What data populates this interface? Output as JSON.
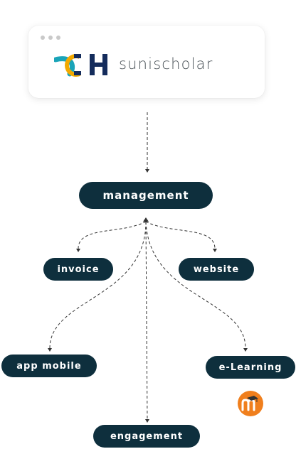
{
  "brand": {
    "name": "sunischolar",
    "colors": {
      "teal": "#1aa4b8",
      "gold": "#f2a900",
      "navy": "#142c5c",
      "text": "#4a5258"
    }
  },
  "nodes": {
    "management": "management",
    "invoice": "invoice",
    "website": "website",
    "app_mobile": "app mobile",
    "elearning": "e-Learning",
    "engagement": "engagement"
  },
  "colors": {
    "node_bg": "#0e2f3d",
    "node_text": "#ffffff",
    "moodle": "#f07f1d"
  },
  "icons": {
    "window_dots": "window-dots-icon",
    "moodle": "moodle-icon"
  }
}
